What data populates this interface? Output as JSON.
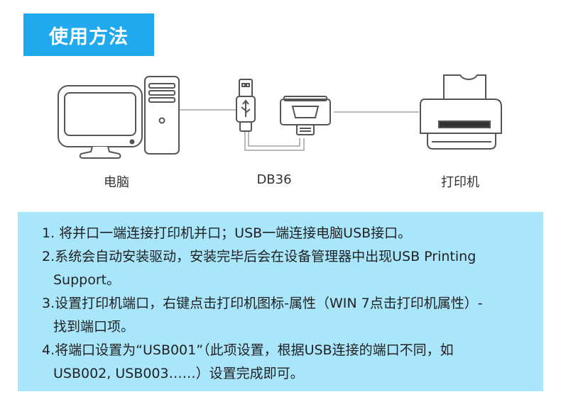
{
  "header": {
    "title": "使用方法"
  },
  "diagram": {
    "labels": {
      "computer": "电脑",
      "adapter": "DB36",
      "printer": "打印机"
    }
  },
  "steps": [
    {
      "line1": "1. 将并口一端连接打印机并口；USB一端连接电脑USB接口。",
      "line2": ""
    },
    {
      "line1": "2.系统会自动安装驱动，安装完毕后会在设备管理器中出现USB Printing",
      "line2": "Support。"
    },
    {
      "line1": "3.设置打印机端口，右键点击打印机图标-属性（WIN 7点击打印机属性）-",
      "line2": "找到端口项。"
    },
    {
      "line1": "4.将端口设置为“USB001”（此项设置，根据USB连接的端口不同，如",
      "line2": "USB002, USB003……）设置完成即可。"
    }
  ],
  "colors": {
    "accent": "#20a9ec",
    "panel": "#a9e6fb"
  }
}
